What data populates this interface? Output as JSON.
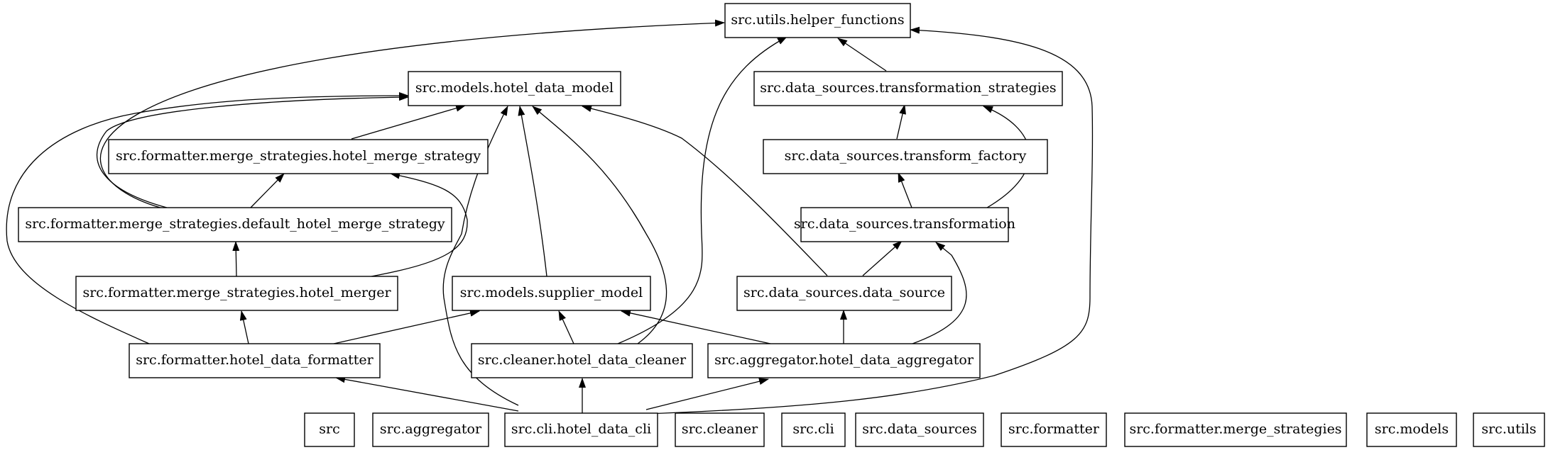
{
  "diagram": {
    "type": "dependency-graph",
    "nodes": {
      "utils_helper_functions": "src.utils.helper_functions",
      "models_hotel_data_model": "src.models.hotel_data_model",
      "ds_transformation_strategies": "src.data_sources.transformation_strategies",
      "fmt_ms_hotel_merge_strategy": "src.formatter.merge_strategies.hotel_merge_strategy",
      "ds_transform_factory": "src.data_sources.transform_factory",
      "fmt_ms_default_hotel_merge_strategy": "src.formatter.merge_strategies.default_hotel_merge_strategy",
      "ds_transformation": "src.data_sources.transformation",
      "fmt_ms_hotel_merger": "src.formatter.merge_strategies.hotel_merger",
      "models_supplier_model": "src.models.supplier_model",
      "ds_data_source": "src.data_sources.data_source",
      "fmt_hotel_data_formatter": "src.formatter.hotel_data_formatter",
      "cleaner_hotel_data_cleaner": "src.cleaner.hotel_data_cleaner",
      "aggregator_hotel_data_aggregator": "src.aggregator.hotel_data_aggregator",
      "src": "src",
      "aggregator": "src.aggregator",
      "cli_hotel_data_cli": "src.cli.hotel_data_cli",
      "cleaner": "src.cleaner",
      "cli": "src.cli",
      "data_sources": "src.data_sources",
      "formatter": "src.formatter",
      "formatter_merge_strategies": "src.formatter.merge_strategies",
      "models": "src.models",
      "utils": "src.utils"
    },
    "edges": [
      {
        "from": "cli_hotel_data_cli",
        "to": "fmt_hotel_data_formatter"
      },
      {
        "from": "cli_hotel_data_cli",
        "to": "cleaner_hotel_data_cleaner"
      },
      {
        "from": "cli_hotel_data_cli",
        "to": "aggregator_hotel_data_aggregator"
      },
      {
        "from": "cli_hotel_data_cli",
        "to": "models_hotel_data_model"
      },
      {
        "from": "cli_hotel_data_cli",
        "to": "utils_helper_functions"
      },
      {
        "from": "fmt_hotel_data_formatter",
        "to": "fmt_ms_hotel_merger"
      },
      {
        "from": "fmt_hotel_data_formatter",
        "to": "models_supplier_model"
      },
      {
        "from": "fmt_hotel_data_formatter",
        "to": "models_hotel_data_model"
      },
      {
        "from": "cleaner_hotel_data_cleaner",
        "to": "models_supplier_model"
      },
      {
        "from": "cleaner_hotel_data_cleaner",
        "to": "models_hotel_data_model"
      },
      {
        "from": "cleaner_hotel_data_cleaner",
        "to": "utils_helper_functions"
      },
      {
        "from": "aggregator_hotel_data_aggregator",
        "to": "models_supplier_model"
      },
      {
        "from": "aggregator_hotel_data_aggregator",
        "to": "ds_data_source"
      },
      {
        "from": "aggregator_hotel_data_aggregator",
        "to": "ds_transformation"
      },
      {
        "from": "fmt_ms_hotel_merger",
        "to": "fmt_ms_default_hotel_merge_strategy"
      },
      {
        "from": "fmt_ms_hotel_merger",
        "to": "fmt_ms_hotel_merge_strategy"
      },
      {
        "from": "models_supplier_model",
        "to": "models_hotel_data_model"
      },
      {
        "from": "ds_data_source",
        "to": "ds_transformation"
      },
      {
        "from": "ds_data_source",
        "to": "models_hotel_data_model"
      },
      {
        "from": "fmt_ms_default_hotel_merge_strategy",
        "to": "fmt_ms_hotel_merge_strategy"
      },
      {
        "from": "fmt_ms_default_hotel_merge_strategy",
        "to": "models_hotel_data_model"
      },
      {
        "from": "fmt_ms_default_hotel_merge_strategy",
        "to": "utils_helper_functions"
      },
      {
        "from": "ds_transformation",
        "to": "ds_transform_factory"
      },
      {
        "from": "ds_transformation",
        "to": "ds_transformation_strategies"
      },
      {
        "from": "fmt_ms_hotel_merge_strategy",
        "to": "models_hotel_data_model"
      },
      {
        "from": "ds_transform_factory",
        "to": "ds_transformation_strategies"
      },
      {
        "from": "ds_transformation_strategies",
        "to": "utils_helper_functions"
      }
    ]
  }
}
